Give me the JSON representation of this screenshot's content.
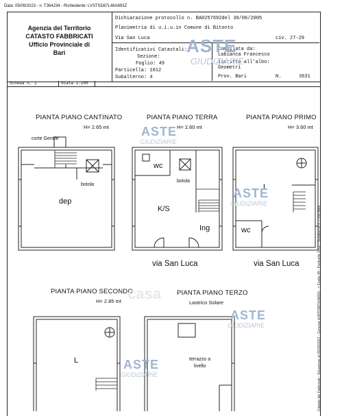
{
  "top_line": "Data: 05/09/2023 - n. T364234 - Richiedente: LVSTSD87L46A893Z",
  "agency": {
    "line1": "Agenzia del Territorio",
    "line2": "CATASTO FABBRICATI",
    "line3": "Ufficio Provinciale di",
    "line4": "Bari"
  },
  "header": {
    "dichiarazione": "Dichiarazione protocollo n. BA0257692del 30/06/2005",
    "planimetria": "Planimetria di u.i.u.in Comune di Bitonto",
    "via": "Via San Luca",
    "civ": "civ. 27-29",
    "ident_label": "Identificativi Catastali:",
    "sezione": "Sezione:",
    "foglio": "Foglio: 49",
    "particella": "Particella: 1012",
    "subalterno": "Subalterno: 4",
    "compilata_label": "Compilata da:",
    "compilata_name": "Labianca Francesco",
    "iscritto_label": "Iscritto all'albo:",
    "iscritto_value": "Geometri",
    "prov_label": "Prov. Bari",
    "prov_n": "N.",
    "prov_num": "3631"
  },
  "scheda": {
    "scheda": "Scheda n. 1",
    "scala": "Scala 1:100"
  },
  "plans": {
    "cantinato": {
      "title": "PIANTA PIANO CANTINATO",
      "height": "H= 2.65 mt",
      "corte": "corte Gentile",
      "botola": "botola",
      "room": "dep"
    },
    "terra": {
      "title": "PIANTA PIANO TERRA",
      "height": "H= 2.60 mt",
      "wc": "wc",
      "botola": "botola",
      "room": "K/S",
      "ing": "Ing",
      "street": "via San Luca"
    },
    "primo": {
      "title": "PIANTA PIANO PRIMO",
      "height": "H= 3.60 mt",
      "room": "L",
      "wc": "wc",
      "street": "via San Luca"
    },
    "secondo": {
      "title": "PIANTA PIANO SECONDO",
      "height": "H= 2.85 mt",
      "room": "L"
    },
    "terzo": {
      "title": "PIANTA PIANO TERZO",
      "subtitle": "Lastrico Solare",
      "room1": "terrazzo a",
      "room2": "livello"
    }
  },
  "watermark": {
    "brand": "ASTE",
    "sub": "GIUDIZIARIE",
    "casa": "casa"
  },
  "side_text": "Catasto dei Fabbricati - Situazione al 05/09/2023 - Comune di BITONTO(A893) - < Foglio 49 - Particella 1012 - Subalterno 4 > VIA SAN LUCA n. 27-29 Piano S1 - T - 1 - 2 - 3"
}
